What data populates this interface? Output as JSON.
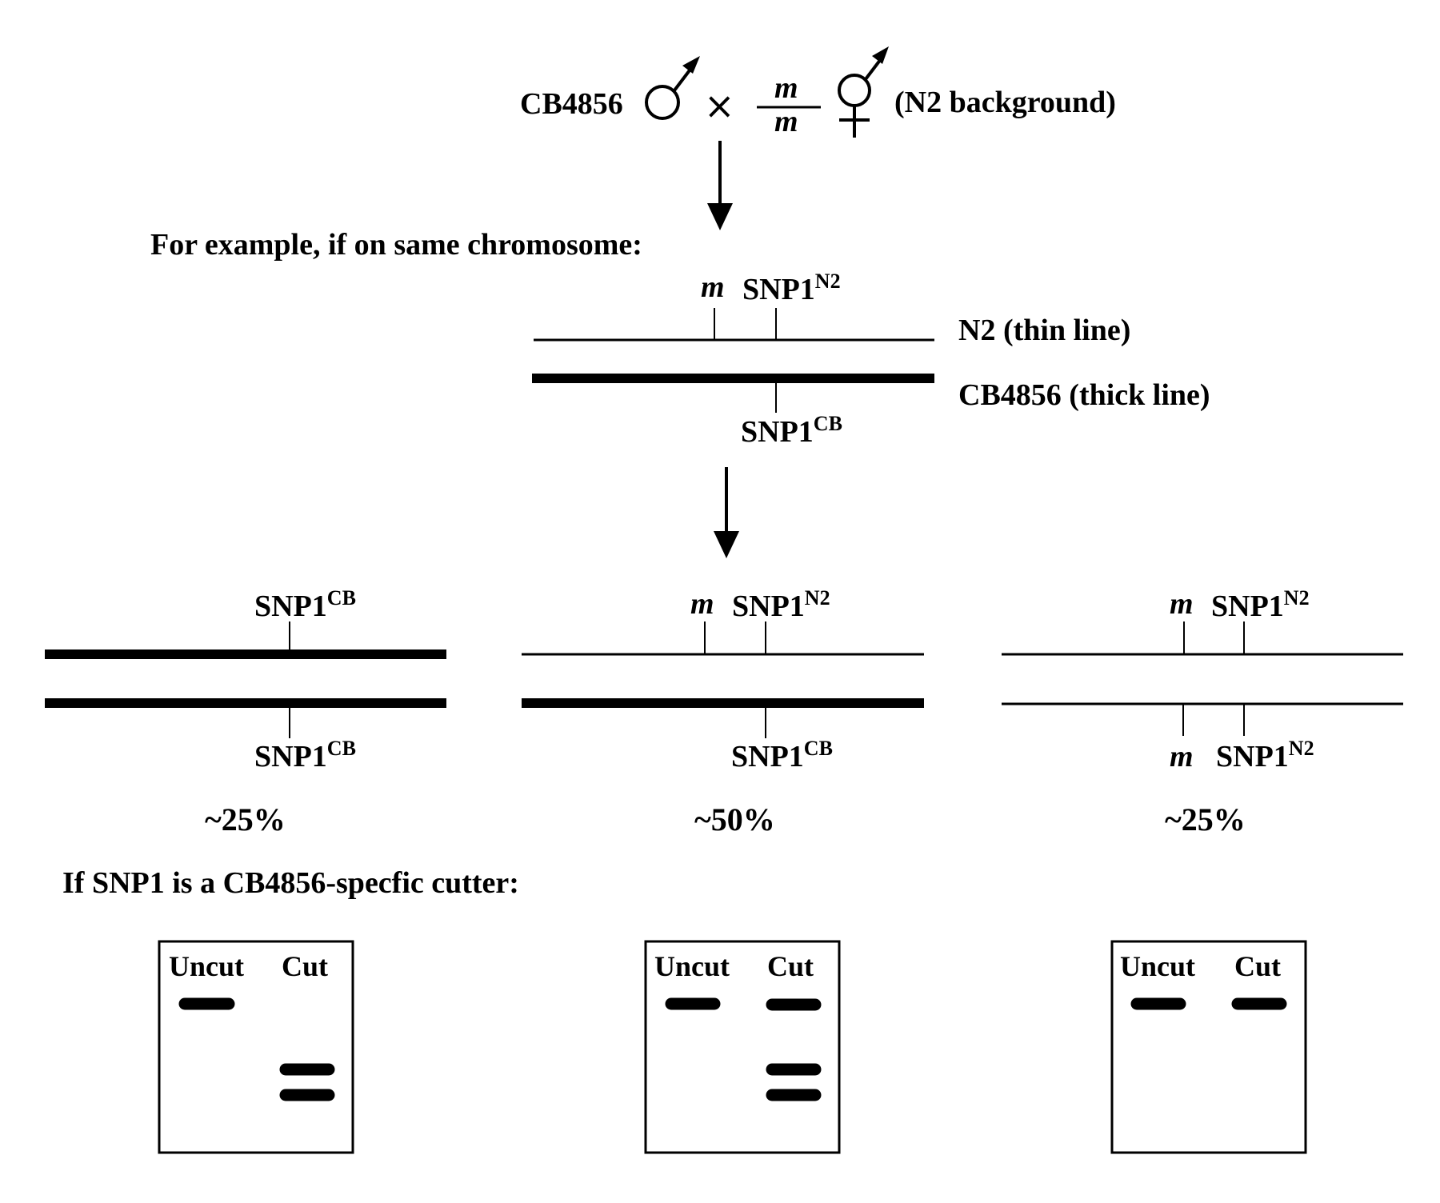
{
  "cross": {
    "male_strain": "CB4856",
    "cross_symbol": "×",
    "mutant_top": "m",
    "mutant_bottom": "m",
    "background": "(N2 background)"
  },
  "example_caption": "For example, if on same chromosome:",
  "heterozygote": {
    "m_label": "m",
    "snp_top_base": "SNP1",
    "snp_top_sup": "N2",
    "n2_label": "N2 (thin line)",
    "cb_label": "CB4856 (thick line)",
    "snp_bottom_base": "SNP1",
    "snp_bottom_sup": "CB"
  },
  "progeny": [
    {
      "top_base": "SNP1",
      "top_sup": "CB",
      "bottom_base": "SNP1",
      "bottom_sup": "CB",
      "percent": "~25%"
    },
    {
      "m_top": "m",
      "top_base": "SNP1",
      "top_sup": "N2",
      "bottom_base": "SNP1",
      "bottom_sup": "CB",
      "percent": "~50%"
    },
    {
      "m_top": "m",
      "top_base": "SNP1",
      "top_sup": "N2",
      "m_bottom": "m",
      "bottom_base": "SNP1",
      "bottom_sup": "N2",
      "percent": "~25%"
    }
  ],
  "cutter_caption": "If SNP1 is a CB4856-specfic cutter:",
  "gels": [
    {
      "uncut_label": "Uncut",
      "cut_label": "Cut",
      "uncut_bands": 1,
      "cut_bands_full": 0,
      "cut_bands_fragments": 2
    },
    {
      "uncut_label": "Uncut",
      "cut_label": "Cut",
      "uncut_bands": 1,
      "cut_bands_full": 1,
      "cut_bands_fragments": 2
    },
    {
      "uncut_label": "Uncut",
      "cut_label": "Cut",
      "uncut_bands": 1,
      "cut_bands_full": 1,
      "cut_bands_fragments": 0
    }
  ]
}
